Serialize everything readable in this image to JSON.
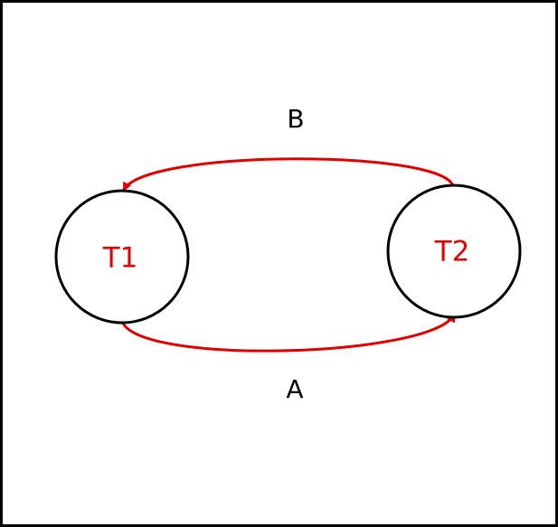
{
  "colors": {
    "frame": "#000000",
    "node_outline": "#000000",
    "node_label": "#e00000",
    "edge": "#e00000",
    "edge_label": "#000000"
  },
  "nodes": {
    "t1": {
      "label": "T1"
    },
    "t2": {
      "label": "T2"
    }
  },
  "edges": {
    "a": {
      "label": "A",
      "from": "T1",
      "to": "T2"
    },
    "b": {
      "label": "B",
      "from": "T2",
      "to": "T1"
    }
  }
}
